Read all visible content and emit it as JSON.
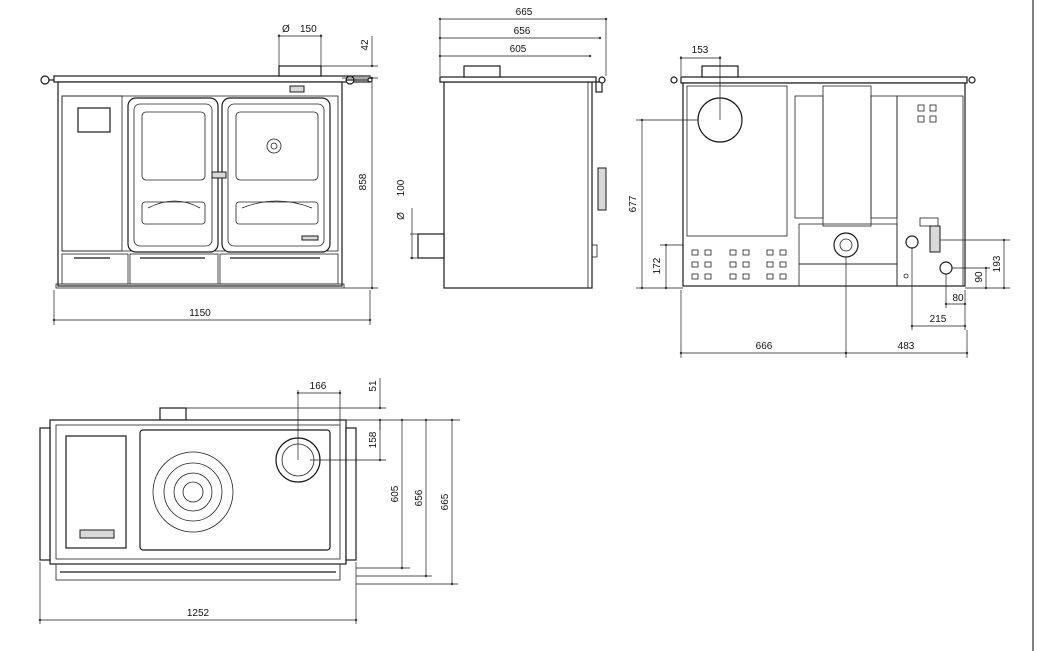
{
  "diagram": {
    "dimensions": {
      "front_pipe_symbol": "Ø",
      "front_pipe_150": "150",
      "front_42": "42",
      "front_858": "858",
      "front_1150": "1150",
      "side_665": "665",
      "side_656": "656",
      "side_605": "605",
      "side_pipe_symbol": "Ø",
      "side_100": "100",
      "rear_153": "153",
      "rear_677": "677",
      "rear_172": "172",
      "rear_193": "193",
      "rear_90": "90",
      "rear_80": "80",
      "rear_215": "215",
      "rear_666": "666",
      "rear_483": "483",
      "top_166": "166",
      "top_51": "51",
      "top_158": "158",
      "top_605": "605",
      "top_656": "656",
      "top_665": "665",
      "top_1252": "1252"
    }
  }
}
